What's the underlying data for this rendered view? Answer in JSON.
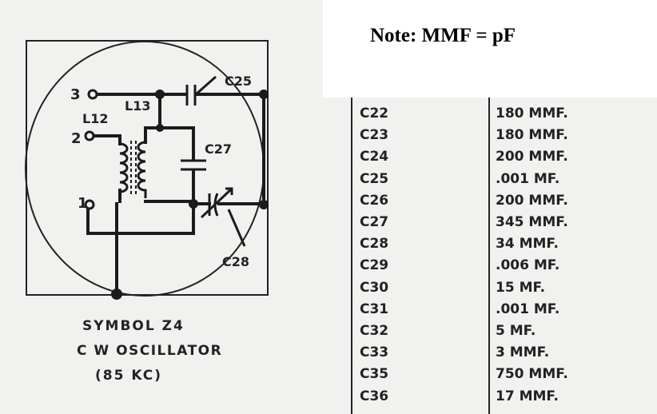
{
  "note": "Note: MMF = pF",
  "schematic": {
    "caption_line1": "SYMBOL Z4",
    "caption_line2": "C W  OSCILLATOR",
    "caption_line3": "(85 KC)",
    "terminals": [
      "3",
      "2",
      "1"
    ],
    "components": {
      "l13": "L13",
      "l12": "L12",
      "c25": "C25",
      "c27": "C27",
      "c28": "C28"
    }
  },
  "parts": [
    {
      "id": "C22",
      "value": "180 MMF."
    },
    {
      "id": "C23",
      "value": "180 MMF."
    },
    {
      "id": "C24",
      "value": "200 MMF."
    },
    {
      "id": "C25",
      "value": ".001 MF."
    },
    {
      "id": "C26",
      "value": "200 MMF."
    },
    {
      "id": "C27",
      "value": "345 MMF."
    },
    {
      "id": "C28",
      "value": "34 MMF."
    },
    {
      "id": "C29",
      "value": ".006 MF."
    },
    {
      "id": "C30",
      "value": "15 MF."
    },
    {
      "id": "C31",
      "value": ".001 MF."
    },
    {
      "id": "C32",
      "value": "5 MF."
    },
    {
      "id": "C33",
      "value": "3 MMF."
    },
    {
      "id": "C35",
      "value": "750 MMF."
    },
    {
      "id": "C36",
      "value": "17 MMF."
    }
  ]
}
